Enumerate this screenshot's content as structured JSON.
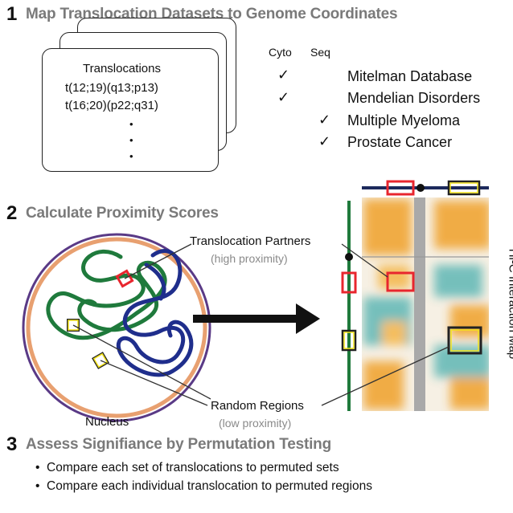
{
  "step1": {
    "number": "1",
    "title": "Map Translocation Datasets to Genome Coordinates",
    "card": {
      "heading": "Translocations",
      "entries": [
        "t(12;19)(q13;p13)",
        "t(16;20)(p22;q31)"
      ],
      "ellipsis": [
        "•",
        "•",
        "•"
      ]
    },
    "columns": {
      "cyto": "Cyto",
      "seq": "Seq"
    },
    "check_symbol": "✓",
    "datasets": [
      {
        "name": "Mitelman Database",
        "cyto": true,
        "seq": false
      },
      {
        "name": "Mendelian Disorders",
        "cyto": true,
        "seq": false
      },
      {
        "name": "Multiple Myeloma",
        "cyto": false,
        "seq": true
      },
      {
        "name": "Prostate Cancer",
        "cyto": false,
        "seq": true
      }
    ]
  },
  "step2": {
    "number": "2",
    "title": "Calculate Proximity Scores",
    "partners_label": "Translocation Partners",
    "partners_sub": "(high proximity)",
    "random_label": "Random Regions",
    "random_sub": "(low proximity)",
    "nucleus_label": "Nucleus",
    "hic_label": "Hi-C Interaction Map",
    "colors": {
      "chromosome_green": "#1f7a3c",
      "chromosome_blue": "#1f2e8c",
      "highlight_red": "#e8262e",
      "highlight_yellow": "#f2e21a",
      "membrane_purple": "#5a3a86",
      "membrane_orange": "#e8a070",
      "heat_orange": "#f0a12a",
      "heat_teal": "#5fb7b5",
      "axis_navy": "#1c2a5c"
    }
  },
  "step3": {
    "number": "3",
    "title": "Assess Signifiance by Permutation Testing",
    "bullets": [
      "Compare each set of translocations to permuted sets",
      "Compare each individual translocation to permuted regions"
    ],
    "bullet_symbol": "•"
  }
}
